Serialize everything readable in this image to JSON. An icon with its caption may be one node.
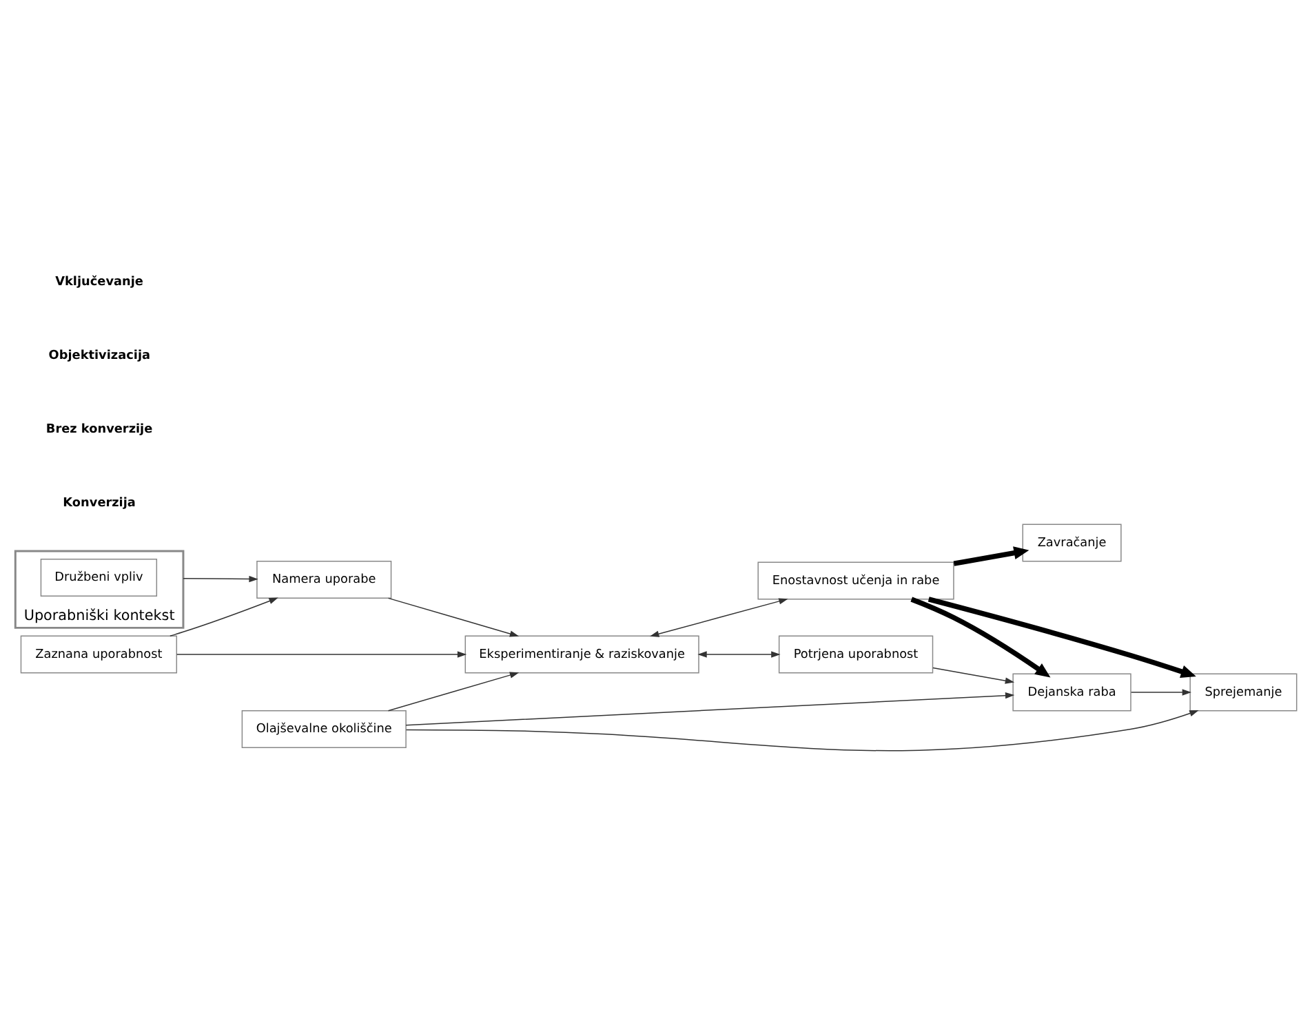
{
  "diagram": {
    "nodes": [
      {
        "text": [
          "Uporabniški kontekst"
        ]
      },
      {
        "text": [
          "Družbeni vpliv"
        ],
        "in": 0
      },
      {
        "text": [
          "Namera uporabe"
        ]
      },
      {
        "text": [
          "Zaznana uporabnost"
        ]
      },
      {
        "text": [
          "Olajševalne okoliščine"
        ]
      },
      {
        "text": [
          "Eksperimentiranje & raziskovanje"
        ]
      },
      {
        "text": [
          "Dejanska raba"
        ]
      },
      {
        "text": [
          "Potrjena uporabnost"
        ]
      },
      {
        "text": [
          "Enostavnost učenja in rabe"
        ]
      },
      {
        "text": [
          "Sprejemanje"
        ]
      },
      {
        "text": [
          "Zavračanje"
        ]
      }
    ],
    "edges": [
      {
        "from": 0,
        "to": 2,
        "arrow": "to"
      },
      {
        "from": 3,
        "to": 2,
        "arrow": "to"
      },
      {
        "from": 2,
        "to": 5,
        "arrow": "to"
      },
      {
        "from": 3,
        "to": 5,
        "arrow": "to"
      },
      {
        "from": 4,
        "to": 9,
        "arrow": "to"
      },
      {
        "from": 4,
        "to": 5,
        "arrow": "to"
      },
      {
        "from": 4,
        "to": 6,
        "arrow": "to"
      },
      {
        "from": 5,
        "to": 7,
        "arrow": "both"
      },
      {
        "from": 5,
        "to": 8,
        "arrow": "both"
      },
      {
        "from": 7,
        "to": 6,
        "arrow": "to"
      },
      {
        "from": 6,
        "to": 9,
        "arrow": "to"
      },
      {
        "from": 8,
        "to": 6,
        "arrow": "to",
        "style": "thick"
      },
      {
        "from": 8,
        "to": 9,
        "arrow": "to",
        "style": "thick"
      },
      {
        "from": 8,
        "to": 10,
        "arrow": "to",
        "style": "thick"
      }
    ],
    "labels": [
      "Konverzija",
      "Brez konverzije",
      "Objektivizacija",
      "Vključevanje"
    ]
  }
}
